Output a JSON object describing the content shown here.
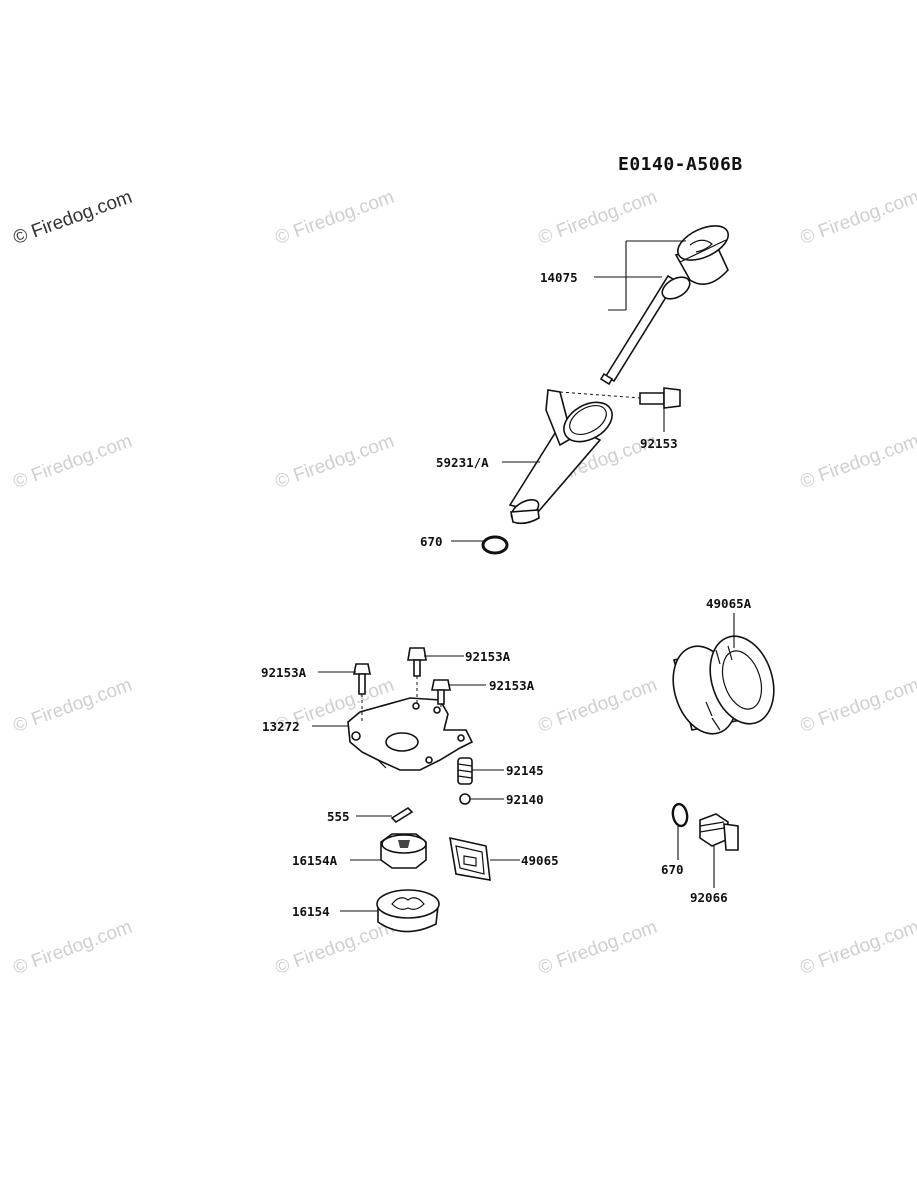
{
  "diagram": {
    "code": "E0140-A506B",
    "watermark": "© Firedog.com",
    "parts": [
      {
        "id": "p14075",
        "label": "14075"
      },
      {
        "id": "p92153",
        "label": "92153"
      },
      {
        "id": "p59231A",
        "label": "59231/A"
      },
      {
        "id": "p670a",
        "label": "670"
      },
      {
        "id": "p49065A",
        "label": "49065A"
      },
      {
        "id": "p92153A_1",
        "label": "92153A"
      },
      {
        "id": "p92153A_2",
        "label": "92153A"
      },
      {
        "id": "p92153A_3",
        "label": "92153A"
      },
      {
        "id": "p13272",
        "label": "13272"
      },
      {
        "id": "p92145",
        "label": "92145"
      },
      {
        "id": "p92140",
        "label": "92140"
      },
      {
        "id": "p555",
        "label": "555"
      },
      {
        "id": "p16154A",
        "label": "16154A"
      },
      {
        "id": "p49065",
        "label": "49065"
      },
      {
        "id": "p16154",
        "label": "16154"
      },
      {
        "id": "p670b",
        "label": "670"
      },
      {
        "id": "p92066",
        "label": "92066"
      }
    ]
  }
}
